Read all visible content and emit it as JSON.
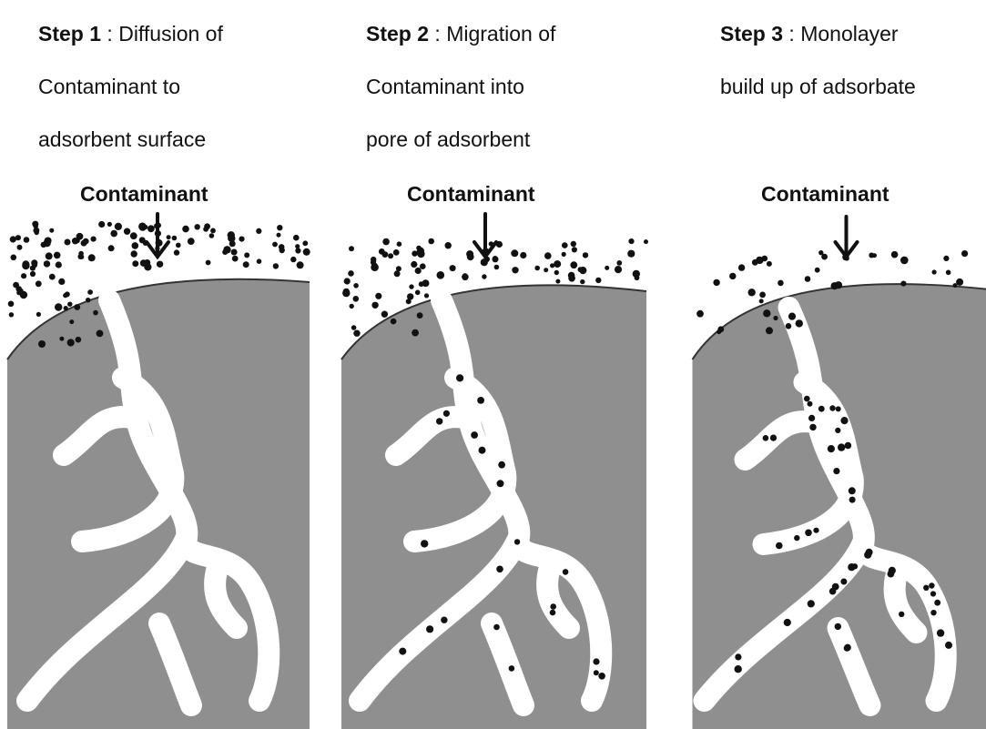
{
  "steps": [
    {
      "step_label": "Step 1",
      "sep": " : ",
      "title_lines": [
        "Diffusion of",
        "Contaminant to",
        "adsorbent surface"
      ],
      "contaminant_label": "Contaminant"
    },
    {
      "step_label": "Step 2",
      "sep": " : ",
      "title_lines": [
        "Migration of",
        "Contaminant into",
        "pore of adsorbent"
      ],
      "contaminant_label": "Contaminant"
    },
    {
      "step_label": "Step 3",
      "sep": " : ",
      "title_lines": [
        "Monolayer",
        "build up of adsorbate",
        ""
      ],
      "contaminant_label": "Contaminant"
    }
  ],
  "colors": {
    "adsorbent": "#8f8f8f",
    "adsorbent_texture": "#7a7a7a",
    "pore": "#ffffff",
    "particle": "#111111"
  }
}
